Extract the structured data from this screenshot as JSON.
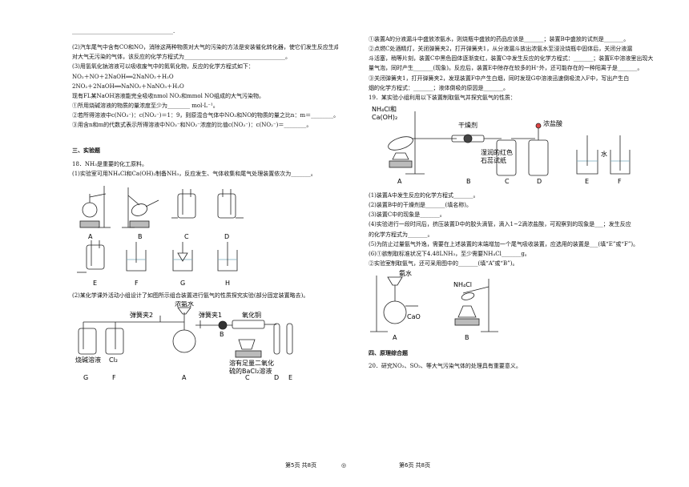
{
  "left": {
    "top_blank": "____________________________________.",
    "p2": "(2)汽车尾气中含有CO和NO，消除这两种物质对大气的污染的方法是安装催化转化器，使它们发生反应生成",
    "p2b": "对大气无污染的气体，该反应的化学方程式为____________________________________。",
    "p3": "(3)用氢氧化钠溶液可以吸收废气中的氮氧化物，反应的化学方程式如下：",
    "eq1": "NO₂＋NO＋2NaOH══2NaNO₂＋H₂O",
    "eq2": "2NO₂＋2NaOH══NaNO₂＋NaNO₃＋H₂O",
    "p3b": "现有FL某NaOH溶液能完全吸收nmol NO₂和mmol NO组成的大气污染物。",
    "q1": "①所用烧碱溶液的物质的量浓度至少为________ mol·L⁻¹。",
    "q2": "②若所得溶液中c(NO₃⁻)：c(NO₂⁻)＝1：9，则原混合气体中NO₂和NO的物质的量之比n：m＝________。",
    "q3": "③用含n和m的代数式表示所得溶液中NO₃⁻和NO₂⁻浓度的比值c(NO₃⁻)：c(NO₂⁻)＝________。",
    "section3": "三、实验题",
    "q18": "18．NH₃是重要的化工原料。",
    "q18_1": "(1)实验室可用NH₄Cl和Ca(OH)₂制备NH₃，反应发生、气体收集和尾气处理装置依次为_______。",
    "row1_labels": [
      "A",
      "B",
      "C",
      "D"
    ],
    "row2_labels": [
      "E",
      "F",
      "G",
      "H"
    ],
    "q18_2": "(2)某化学课外活动小组设计了如图所示组合装置进行氨气的性质探究实验(部分固定装置略去)。",
    "app_labels": {
      "ammonia": "浓氨水",
      "clip2": "弹簧夹2",
      "clip1": "弹簧夹1",
      "cuo": "氧化铜",
      "naoh": "烧碱溶液",
      "cl2": "Cl₂",
      "so2": "溶有足量二氧化",
      "so2b": "硫的BaCl₂溶液",
      "bottom": [
        "G",
        "F",
        "A",
        "B",
        "C",
        "D",
        "E"
      ]
    },
    "footer": "第5页  共8页"
  },
  "right": {
    "r1": "①装置A的分液漏斗中盛放浓氨水，则烧瓶中盛放的药品应该是_______；装置B中盛放的试剂是_______。",
    "r2": "②点燃C处酒精灯，关闭弹簧夹2，打开弹簧夹1，从分液漏斗放出浓氨水至浸没烧瓶中固体后，关闭分液漏",
    "r3": "斗活塞，稍等片刻，装置C中黑色固体逐渐变红，装置C中发生反应的化学方程式：_______；装置E中溶液里出现大",
    "r4": "量气泡，同时产生_______(现象)。反应后，装置E中除存在较多的H⁺外，还可能存在的一种阳离子是_______。",
    "r5": "③关闭弹簧夹1，打开弹簧夹2，发现装置F中产生白烟，同时发现G中溶液迅速倒吸流入F中，写出产生白",
    "r6": "烟的化学方程式：_______；液体倒吸的原因是_______。",
    "q19": "19．某实验小组利用以下装置制取氨气并探究氨气的性质：",
    "app2": {
      "reagents": "NH₄Cl和",
      "reagents2": "Ca(OH)₂",
      "dryer": "干燥剂",
      "hcl": "浓盐酸",
      "litmus": "湿润的红色",
      "litmus2": "石蕊试纸",
      "water": "水",
      "labels": [
        "A",
        "B",
        "C",
        "D",
        "E",
        "F"
      ]
    },
    "s1": "(1)装置A中发生反应的化学方程式_______。",
    "s2": "(2)装置B中的干燥剂是_______(填名称)。",
    "s3": "(3)装置C中的现象是_______。",
    "s4": "(4)实验进行一段时间后，挤压装置D中的胶头滴管，滴入1~2滴浓盐酸，可观察到的现象是___；发生反应",
    "s4b": "的化学方程式为_______。",
    "s5": "(5)为防止过量氨气外逸，需要在上述装置的末端增加一个尾气吸收装置，应选用的装置是___(填“E”或“F”)。",
    "s6": "(6)①欲制取标准状况下4.48LNH₃，至少需要NH₄Cl_______g。",
    "s7": "②实验室制取氨气，还可采用图中的_______(填“A”或“B”)。",
    "app3": {
      "ammonia": "氨水",
      "cao": "CaO",
      "nh4cl": "NH₄Cl",
      "labels": [
        "A",
        "B"
      ]
    },
    "section4": "四、原理综合题",
    "q20": "20．研究NO₂、SO₂、等大气污染气体的处理具有重要意义。",
    "footer": "第6页  共8页"
  },
  "center_mark": "◎"
}
